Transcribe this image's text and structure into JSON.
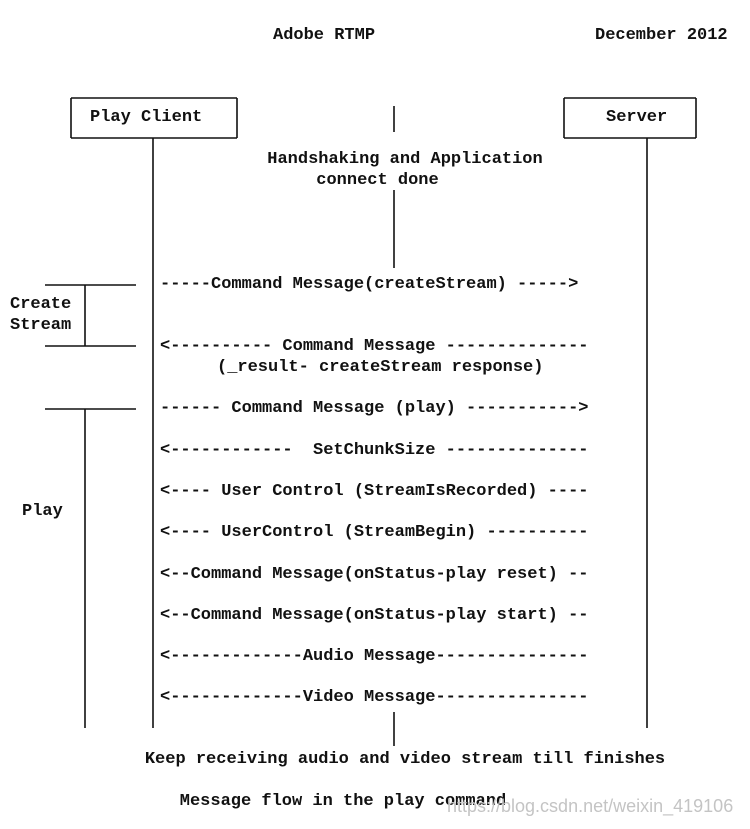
{
  "header": {
    "left": "Adobe RTMP",
    "right": "December 2012"
  },
  "participants": {
    "client_label": "Play Client",
    "server_label": "Server"
  },
  "notes": {
    "handshake_line1": "Handshaking and Application",
    "handshake_line2": "connect done",
    "keep_receiving": "Keep receiving audio and video stream till finishes"
  },
  "phases": {
    "create_line1": "Create",
    "create_line2": "Stream",
    "play": "Play"
  },
  "messages": [
    {
      "text": "-----Command Message(createStream) ----->"
    },
    {
      "text": "<---------- Command Message --------------"
    },
    {
      "text": "(_result- createStream response)"
    },
    {
      "text": "------ Command Message (play) ----------->"
    },
    {
      "text": "<------------  SetChunkSize --------------"
    },
    {
      "text": "<---- User Control (StreamIsRecorded) ----"
    },
    {
      "text": "<---- UserControl (StreamBegin) ----------"
    },
    {
      "text": "<--Command Message(onStatus-play reset) --"
    },
    {
      "text": "<--Command Message(onStatus-play start) --"
    },
    {
      "text": "<-------------Audio Message---------------"
    },
    {
      "text": "<-------------Video Message---------------"
    }
  ],
  "caption": "Message flow in the play command",
  "watermark": "https://blog.csdn.net/weixin_419106",
  "colors": {
    "ink": "#111111",
    "watermark": "#c4c4c4"
  }
}
